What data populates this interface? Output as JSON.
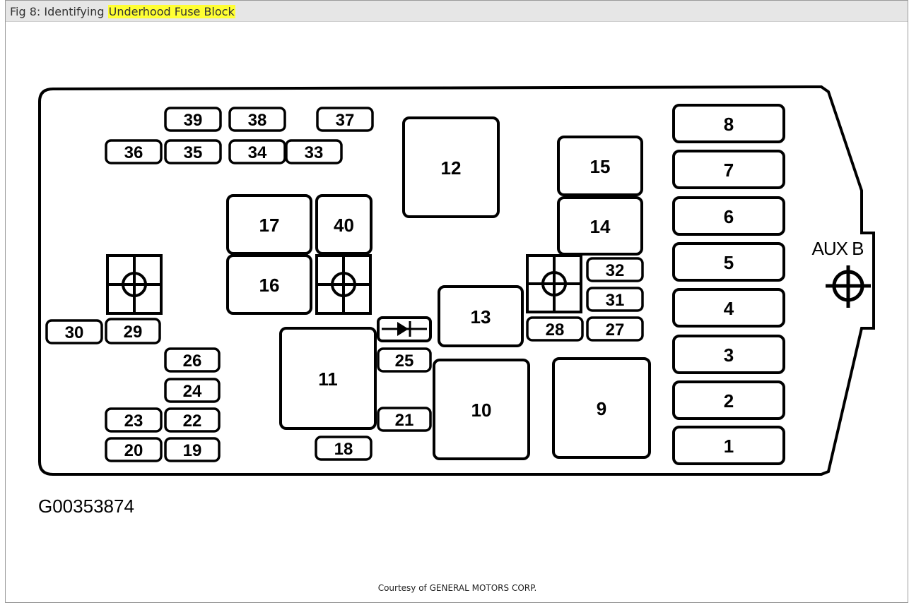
{
  "figure": {
    "caption_prefix": "Fig 8: Identifying ",
    "caption_highlight": "Underhood Fuse Block",
    "highlight_color": "#ffff33",
    "image_code": "G00353874",
    "courtesy": "Courtesy of GENERAL MOTORS CORP.",
    "aux_label": "AUX B"
  },
  "slots": {
    "s1": "1",
    "s2": "2",
    "s3": "3",
    "s4": "4",
    "s5": "5",
    "s6": "6",
    "s7": "7",
    "s8": "8",
    "s9": "9",
    "s10": "10",
    "s11": "11",
    "s12": "12",
    "s13": "13",
    "s14": "14",
    "s15": "15",
    "s16": "16",
    "s17": "17",
    "s18": "18",
    "s19": "19",
    "s20": "20",
    "s21": "21",
    "s22": "22",
    "s23": "23",
    "s24": "24",
    "s25": "25",
    "s26": "26",
    "s27": "27",
    "s28": "28",
    "s29": "29",
    "s30": "30",
    "s31": "31",
    "s32": "32",
    "s33": "33",
    "s34": "34",
    "s35": "35",
    "s36": "36",
    "s37": "37",
    "s38": "38",
    "s39": "39",
    "s40": "40"
  }
}
